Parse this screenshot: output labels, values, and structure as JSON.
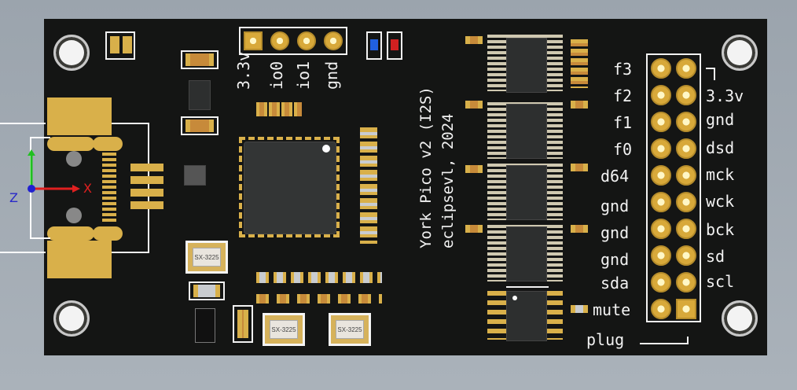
{
  "board": {
    "title": "York Pico v2 (I2S)",
    "credit": "eclipsevl, 2024"
  },
  "top_header": {
    "labels": [
      "3.3v",
      "io0",
      "io1",
      "gnd"
    ]
  },
  "left_labels": [
    "f3",
    "f2",
    "f1",
    "f0",
    "d64",
    "gnd",
    "gnd",
    "gnd",
    "sda",
    "mute"
  ],
  "right_labels": [
    "3.3v",
    "gnd",
    "dsd",
    "mck",
    "wck",
    "bck",
    "sd",
    "scl"
  ],
  "plug_label": "plug",
  "crystals": {
    "label": "SX-3225"
  },
  "axes": {
    "z_label": "Z",
    "x_label": "X"
  },
  "colors": {
    "board": "#141514",
    "gold": "#d9b04a",
    "silk": "#f2f2f2",
    "x_axis": "#e02020",
    "y_axis": "#20c020",
    "z_axis": "#2020d0"
  }
}
